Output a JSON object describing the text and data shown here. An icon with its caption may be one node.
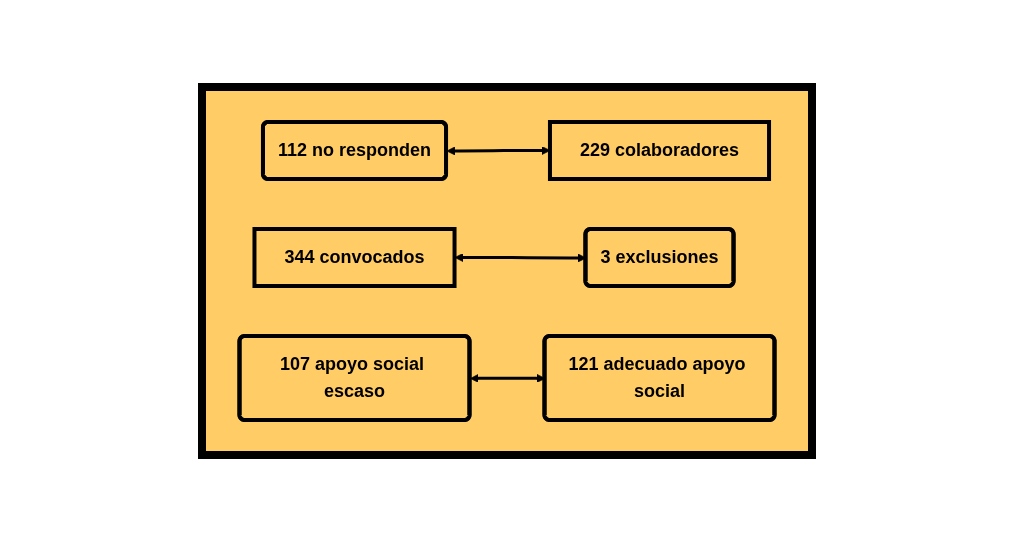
{
  "diagram": {
    "nodes": [
      {
        "text": [],
        "shape": "box"
      },
      {
        "text": [
          "344 convocados"
        ],
        "in": 0
      },
      {
        "text": [
          "112 no responden"
        ],
        "in": 0
      },
      {
        "text": [
          "229 colaboradores"
        ],
        "in": 0
      },
      {
        "text": [
          "3 exclusiones"
        ],
        "in": 0
      },
      {
        "text": [
          "107 apoyo social escaso"
        ],
        "in": 0
      },
      {
        "text": [
          "121 adecuado apoyo social"
        ],
        "in": 0
      }
    ],
    "edges": [
      {
        "from": 2,
        "to": 3,
        "arrow": "both"
      },
      {
        "from": 1,
        "to": 4,
        "arrow": "both"
      },
      {
        "from": 5,
        "to": 6,
        "arrow": "both"
      }
    ]
  }
}
